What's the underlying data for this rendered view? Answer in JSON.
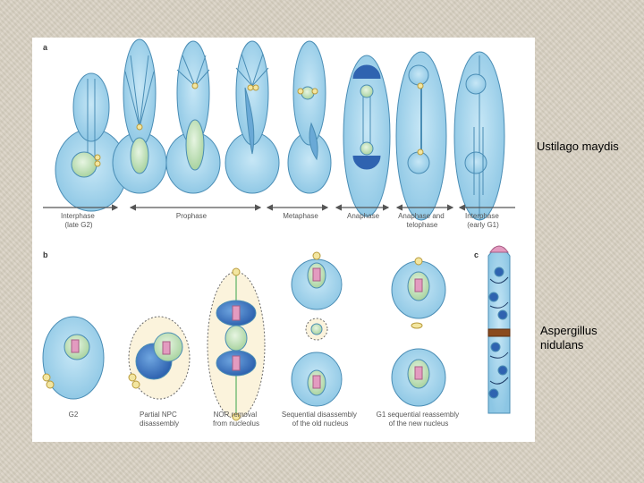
{
  "panel_a": {
    "letter": "a",
    "stages": [
      {
        "lines": [
          "Interphase",
          "(late G2)"
        ]
      },
      {
        "lines": [
          "Prophase"
        ]
      },
      {
        "lines": [
          "Metaphase"
        ]
      },
      {
        "lines": [
          "Anaphase"
        ]
      },
      {
        "lines": [
          "Anaphase and",
          "telophase"
        ]
      },
      {
        "lines": [
          "Interphase",
          "(early G1)"
        ]
      }
    ]
  },
  "panel_b": {
    "letter": "b",
    "stages": [
      {
        "lines": [
          "G2"
        ]
      },
      {
        "lines": [
          "Partial NPC",
          "disassembly"
        ]
      },
      {
        "lines": [
          "NOR removal",
          "from nucleolus"
        ]
      },
      {
        "lines": [
          "Sequential disassembly",
          "of the old nucleus"
        ]
      },
      {
        "lines": [
          "G1 sequential reassembly",
          "of the new nucleus"
        ]
      }
    ]
  },
  "panel_c": {
    "letter": "c"
  },
  "labels": {
    "ustilago": "Ustilago maydis",
    "aspergillus": "Aspergillus nidulans"
  },
  "colors": {
    "cell_fill": "#a9d6ec",
    "cell_stroke": "#4a8db5",
    "nucleus_fill": "#cfe8c5",
    "spb_fill": "#f3e6a0",
    "chromatin": "#e39bc0",
    "background": "#d8d1c2"
  }
}
